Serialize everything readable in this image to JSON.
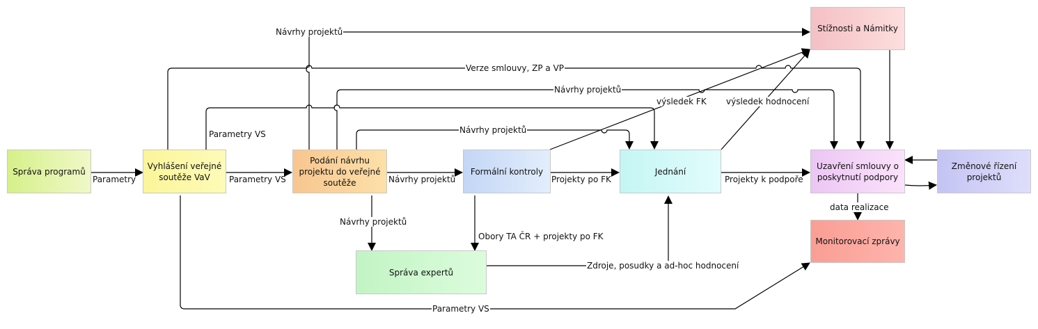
{
  "diagram": {
    "nodes": [
      {
        "id": "sprava-programu",
        "label": "Správa programů",
        "color_from": "#d6f08a",
        "color_to": "#f0f8c8"
      },
      {
        "id": "vyhlaseni",
        "label": "Vyhlášení veřejné soutěže VaV",
        "color_from": "#fbf59a",
        "color_to": "#fdfbb8"
      },
      {
        "id": "podani",
        "label": "Podání návrhu projektu do veřejné soutěže",
        "color_from": "#f8c690",
        "color_to": "#fde0a8"
      },
      {
        "id": "formalni",
        "label": "Formální kontroly",
        "color_from": "#c4d6f6",
        "color_to": "#e2eefc"
      },
      {
        "id": "jednani",
        "label": "Jednání",
        "color_from": "#c4f6f4",
        "color_to": "#e2fcfc"
      },
      {
        "id": "uzavreni",
        "label": "Uzavření smlouvy o poskytnutí podpory",
        "color_from": "#ecc6f4",
        "color_to": "#fbe2fb"
      },
      {
        "id": "zmenove",
        "label": "Změnové řízení projektů",
        "color_from": "#c4c4f4",
        "color_to": "#dedefb"
      },
      {
        "id": "stiznosti",
        "label": "Stížnosti a Námitky",
        "color_from": "#f4c0c4",
        "color_to": "#fddede"
      },
      {
        "id": "monitorovaci",
        "label": "Monitorovací zprávy",
        "color_from": "#fa9e94",
        "color_to": "#fdb4ac"
      },
      {
        "id": "sprava-expertu",
        "label": "Správa expertů",
        "color_from": "#c2f4c4",
        "color_to": "#dcfcdc"
      }
    ],
    "edges": [
      {
        "id": "e1",
        "from": "sprava-programu",
        "to": "vyhlaseni",
        "label": "Parametry"
      },
      {
        "id": "e2",
        "from": "vyhlaseni",
        "to": "podani",
        "label": "Parametry VS"
      },
      {
        "id": "e3",
        "from": "podani",
        "to": "formalni",
        "label": "Návrhy projektů"
      },
      {
        "id": "e4",
        "from": "formalni",
        "to": "jednani",
        "label": "Projekty po FK"
      },
      {
        "id": "e5",
        "from": "jednani",
        "to": "uzavreni",
        "label": "Projekty k podpoře"
      },
      {
        "id": "e6",
        "from": "zmenove",
        "to": "uzavreni",
        "label": ""
      },
      {
        "id": "e7",
        "from": "uzavreni",
        "to": "zmenove",
        "label": ""
      },
      {
        "id": "e8",
        "from": "uzavreni",
        "to": "monitorovaci",
        "label": "data realizace"
      },
      {
        "id": "e9",
        "from": "podani",
        "to": "stiznosti",
        "label": "Návrhy projektů"
      },
      {
        "id": "e10",
        "from": "vyhlaseni",
        "to": "uzavreni",
        "label": "Verze smlouvy, ZP a VP"
      },
      {
        "id": "e11",
        "from": "podani",
        "to": "uzavreni",
        "label": "Návrhy projektů"
      },
      {
        "id": "e12",
        "from": "vyhlaseni",
        "to": "jednani",
        "label": "Parametry VS"
      },
      {
        "id": "e13",
        "from": "podani",
        "to": "jednani",
        "label": "Návrhy projektů"
      },
      {
        "id": "e14",
        "from": "formalni",
        "to": "stiznosti",
        "label": "výsledek FK"
      },
      {
        "id": "e15",
        "from": "jednani",
        "to": "stiznosti",
        "label": "výsledek hodnocení"
      },
      {
        "id": "e16",
        "from": "stiznosti",
        "to": "uzavreni",
        "label": ""
      },
      {
        "id": "e17",
        "from": "podani",
        "to": "sprava-expertu",
        "label": "Návrhy projektů"
      },
      {
        "id": "e18",
        "from": "formalni",
        "to": "sprava-expertu",
        "label": "Obory TA ČR + projekty po FK"
      },
      {
        "id": "e19",
        "from": "sprava-expertu",
        "to": "jednani",
        "label": "Zdroje, posudky a ad-hoc hodnocení"
      },
      {
        "id": "e20",
        "from": "vyhlaseni",
        "to": "monitorovaci",
        "label": "Parametry VS"
      }
    ]
  }
}
